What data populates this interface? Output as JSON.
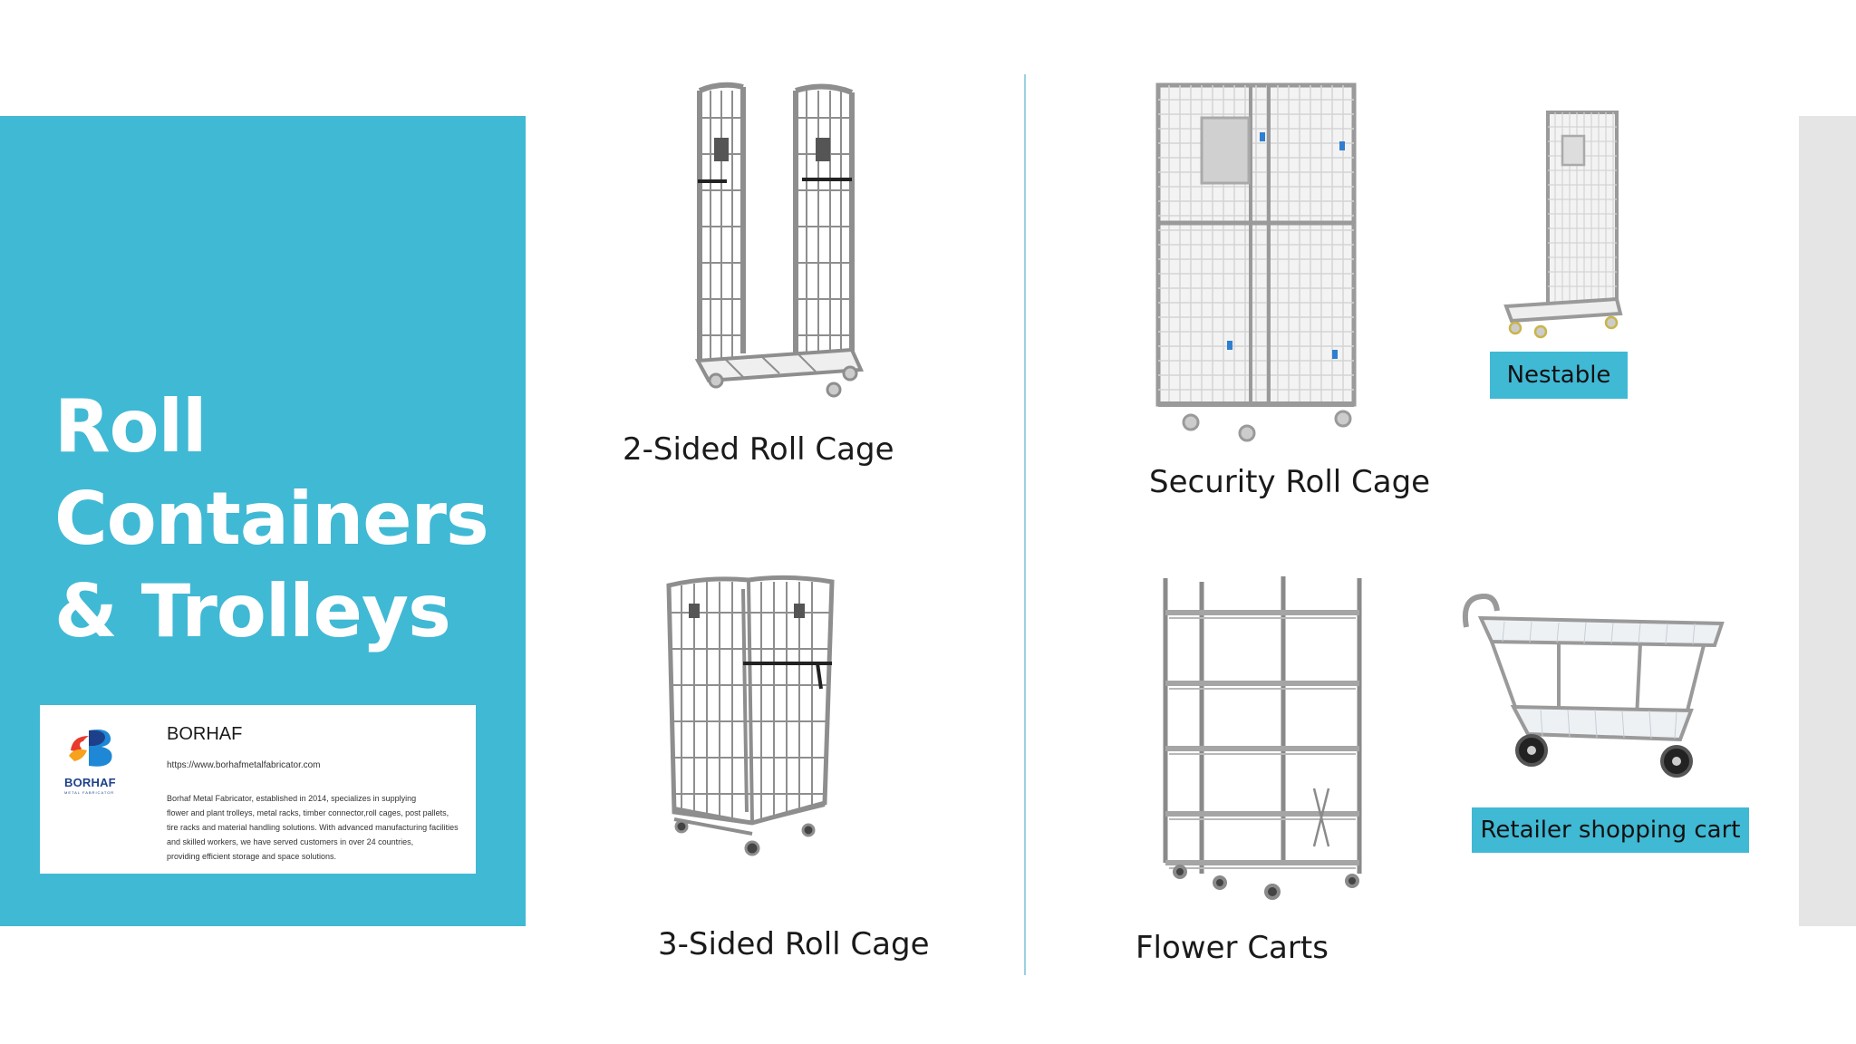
{
  "slide": {
    "title_lines": [
      "Roll",
      "Containers",
      "& Trolleys"
    ]
  },
  "company_card": {
    "name": "BORHAF",
    "url": "https://www.borhafmetalfabricator.com",
    "description_lines": [
      "Borhaf Metal Fabricator, established in 2014, specializes in supplying",
      "flower and plant trolleys, metal racks, timber connector,roll cages, post pallets,",
      "tire racks and material handling solutions. With advanced manufacturing facilities",
      "and skilled workers, we have served customers in over 24 countries,",
      "providing efficient storage and space solutions."
    ],
    "logo_text": "BORHAF",
    "logo_subtext": "METAL FABRICATOR",
    "logo_colors": [
      "#e83a2d",
      "#f6a21d",
      "#1e88d6",
      "#1e3f8a"
    ]
  },
  "products": {
    "two_sided": {
      "label": "2-Sided Roll Cage",
      "icon": "two-sided-roll-cage-image"
    },
    "three_sided": {
      "label": "3-Sided Roll Cage",
      "icon": "three-sided-roll-cage-image"
    },
    "security": {
      "label": "Security Roll Cage",
      "icon": "security-roll-cage-image"
    },
    "nestable": {
      "label": "Nestable",
      "icon": "nestable-roll-cage-image"
    },
    "flower": {
      "label": "Flower Carts",
      "icon": "flower-cart-image"
    },
    "shopping": {
      "label": "Retailer shopping cart",
      "icon": "shopping-cart-image"
    }
  },
  "colors": {
    "accent": "#40b9d4",
    "divider": "#9bd2de",
    "strip": "#e5e5e5",
    "metal": "#8e8e8e"
  }
}
